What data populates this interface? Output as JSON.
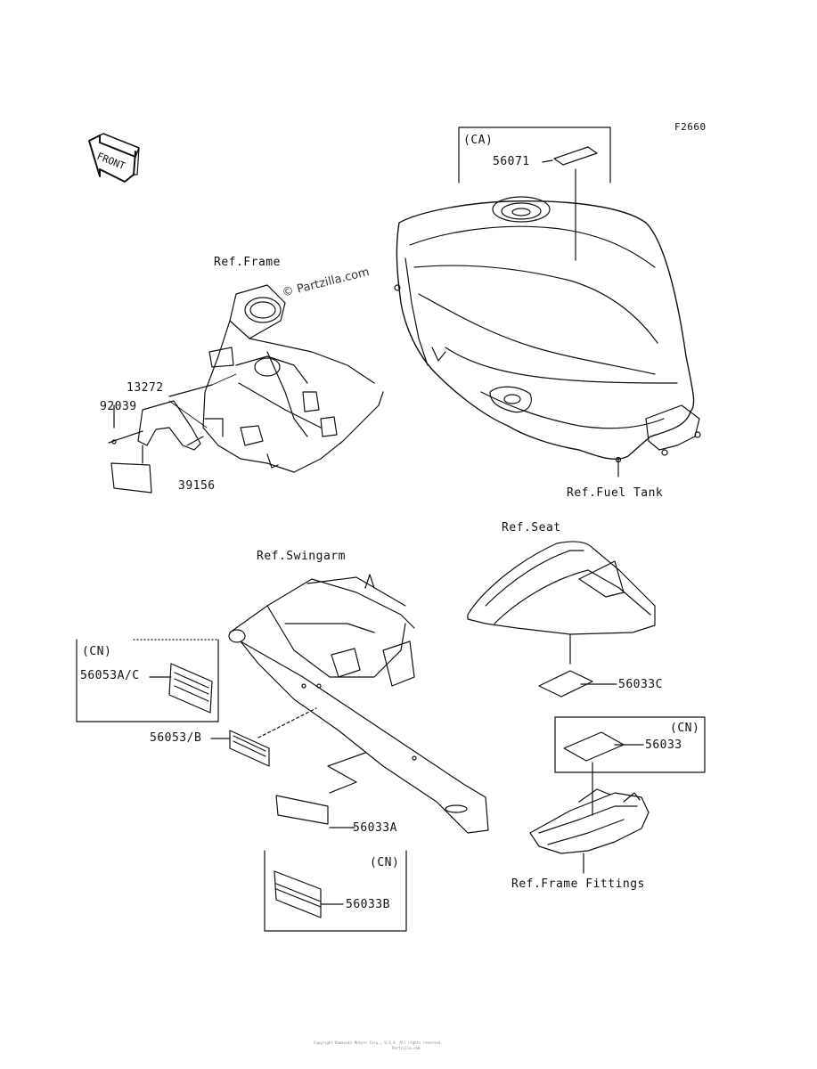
{
  "figure_code": "F2660",
  "front_label": "FRONT",
  "watermark": "© Partzilla.com",
  "footer_line1": "Copyright Kawasaki Motors Corp., U.S.A. All rights reserved.",
  "footer_line2": "Partzilla.com",
  "refs": {
    "frame": "Ref.Frame",
    "fuel_tank": "Ref.Fuel Tank",
    "seat": "Ref.Seat",
    "swingarm": "Ref.Swingarm",
    "frame_fittings": "Ref.Frame Fittings"
  },
  "regions": {
    "ca": "(CA)",
    "cn_1": "(CN)",
    "cn_2": "(CN)",
    "cn_3": "(CN)"
  },
  "parts": {
    "p56071": "56071",
    "p13272": "13272",
    "p92039": "92039",
    "p39156": "39156",
    "p56053ac": "56053A/C",
    "p56053b": "56053/B",
    "p56033a": "56033A",
    "p56033b": "56033B",
    "p56033c": "56033C",
    "p56033": "56033"
  }
}
